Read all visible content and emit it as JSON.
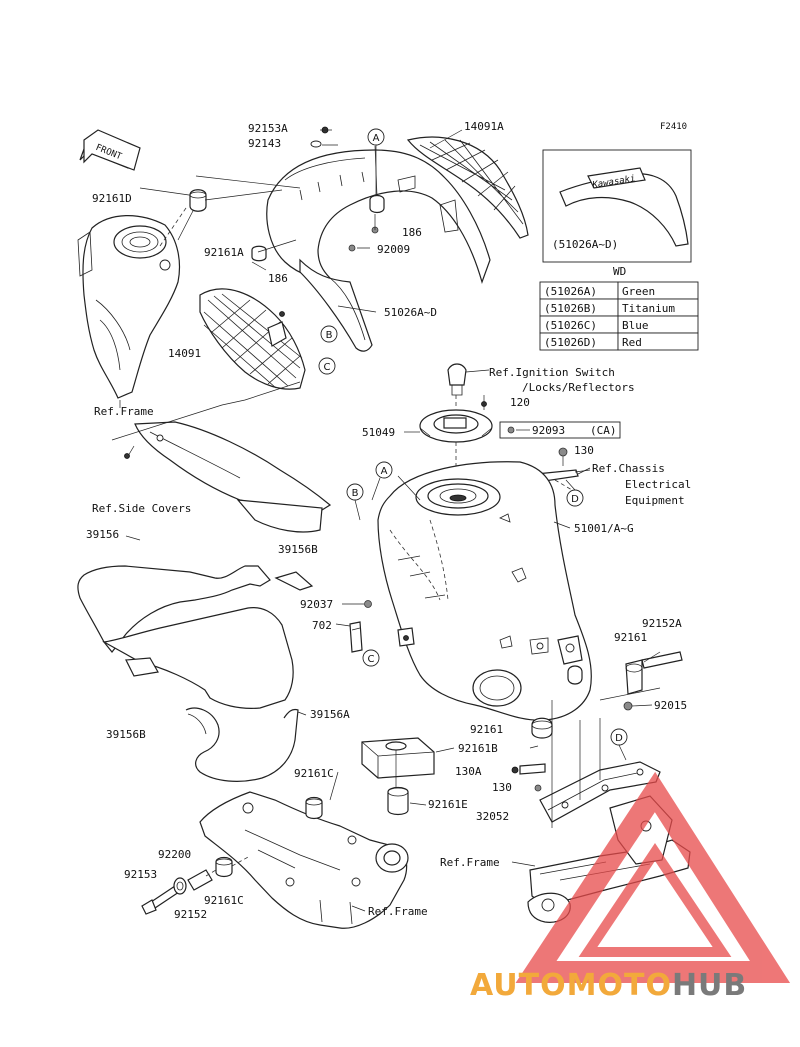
{
  "diagram_code": "F2410",
  "front_label": "FRONT",
  "callouts": {
    "p92153A": "92153A",
    "p92143": "92143",
    "p14091A": "14091A",
    "p92161D": "92161D",
    "p92161A": "92161A",
    "p186a": "186",
    "p186b": "186",
    "p92009": "92009",
    "p51026": "51026A~D",
    "p14091": "14091",
    "refFrame1": "Ref.Frame",
    "refIgnition1": "Ref.Ignition Switch",
    "refIgnition2": "/Locks/Reflectors",
    "p120": "120",
    "p51049": "51049",
    "p92093": "92093",
    "p92093ca": "(CA)",
    "p130a": "130",
    "refChassis1": "Ref.Chassis",
    "refChassis2": "Electrical",
    "refChassis3": "Equipment",
    "refSideCovers": "Ref.Side Covers",
    "p39156B_top": "39156B",
    "p51001": "51001/A~G",
    "p39156": "39156",
    "p92037": "92037",
    "p702": "702",
    "p92152A": "92152A",
    "p92161a": "92161",
    "p92161b": "92161",
    "p92015": "92015",
    "p39156A": "39156A",
    "p39156B_bot": "39156B",
    "p92161B": "92161B",
    "p92161C_a": "92161C",
    "p130A": "130A",
    "p130b": "130",
    "p92161E": "92161E",
    "p32052": "32052",
    "p92200": "92200",
    "refFrame2": "Ref.Frame",
    "p92153": "92153",
    "p92152": "92152",
    "p92161C_b": "92161C",
    "refFrame3": "Ref.Frame"
  },
  "inset": {
    "brand": "Kawasaki",
    "caption": "(51026A~D)"
  },
  "color_table": {
    "header": "WD",
    "rows": [
      {
        "code": "(51026A)",
        "color": "Green"
      },
      {
        "code": "(51026B)",
        "color": "Titanium"
      },
      {
        "code": "(51026C)",
        "color": "Blue"
      },
      {
        "code": "(51026D)",
        "color": "Red"
      }
    ]
  },
  "ref_letters": {
    "A": "A",
    "B": "B",
    "C": "C",
    "D": "D"
  },
  "watermark": {
    "part1": "AUTOMOTO",
    "part2": "HUB",
    "color1": "#f2a93b",
    "color2": "#7a7a7a",
    "triangle_color": "#e84a4a"
  }
}
